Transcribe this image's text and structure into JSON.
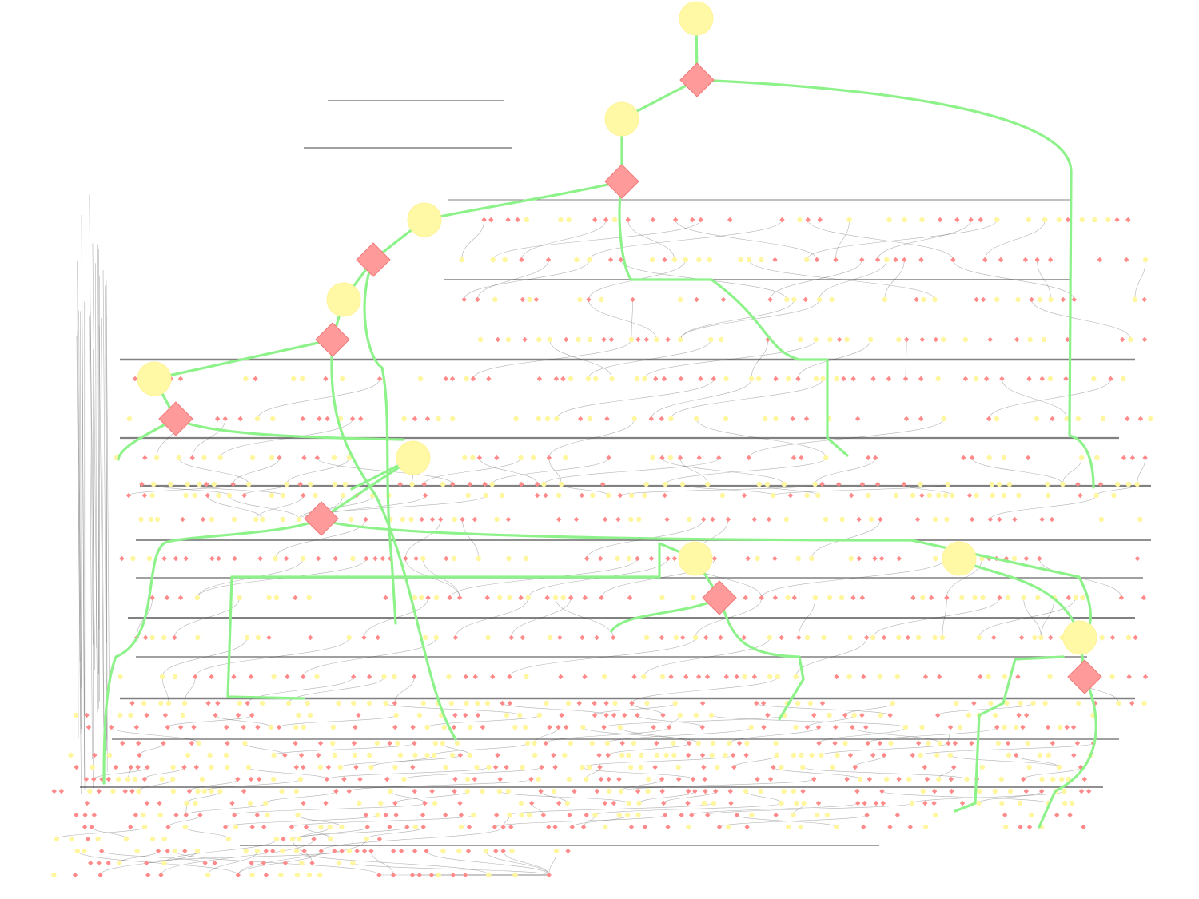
{
  "graph": {
    "kind": "dense flow graph",
    "labels_visible": false,
    "colors": {
      "background": "#ffffff",
      "highlight_edge": "#8ef28a",
      "circle_node": "#fff9a6",
      "diamond_node": "#ff9a9a",
      "background_edge": "#555555"
    },
    "highlighted_path_nodes": [
      {
        "id": "c1",
        "shape": "circle"
      },
      {
        "id": "d1",
        "shape": "diamond"
      },
      {
        "id": "c2",
        "shape": "circle"
      },
      {
        "id": "d2",
        "shape": "diamond"
      },
      {
        "id": "c3",
        "shape": "circle"
      },
      {
        "id": "d3",
        "shape": "diamond"
      },
      {
        "id": "c4",
        "shape": "circle"
      },
      {
        "id": "d4",
        "shape": "diamond"
      },
      {
        "id": "c5",
        "shape": "circle"
      },
      {
        "id": "d5",
        "shape": "diamond"
      },
      {
        "id": "c6",
        "shape": "circle"
      },
      {
        "id": "d6",
        "shape": "diamond"
      },
      {
        "id": "c7",
        "shape": "circle"
      },
      {
        "id": "d7",
        "shape": "diamond"
      },
      {
        "id": "c8",
        "shape": "circle"
      },
      {
        "id": "c9",
        "shape": "circle"
      },
      {
        "id": "d8",
        "shape": "diamond"
      }
    ]
  }
}
